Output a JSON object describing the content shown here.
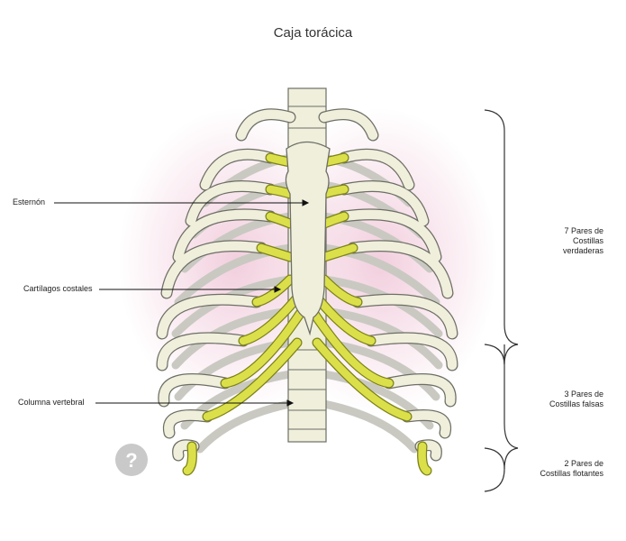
{
  "title": "Caja torácica",
  "colors": {
    "bone": "#efefdc",
    "bone_outline": "#6e6e66",
    "cartilage": "#dbe04a",
    "cartilage_outline": "#7d8218",
    "back_rib": "#c9c9c2",
    "glow": "#f0c6d8"
  },
  "labels": {
    "sternum": "Esternón",
    "costal_cartilage": "Cartílagos costales",
    "vertebral_column": "Columna vertebral"
  },
  "groups": {
    "true_ribs": [
      "7 Pares de",
      "Costillas",
      "verdaderas"
    ],
    "false_ribs": [
      "3 Pares de",
      "Costillas falsas"
    ],
    "floating_ribs": [
      "2 Pares de",
      "Costillas flotantes"
    ]
  },
  "watermark": "question-mark-logo"
}
